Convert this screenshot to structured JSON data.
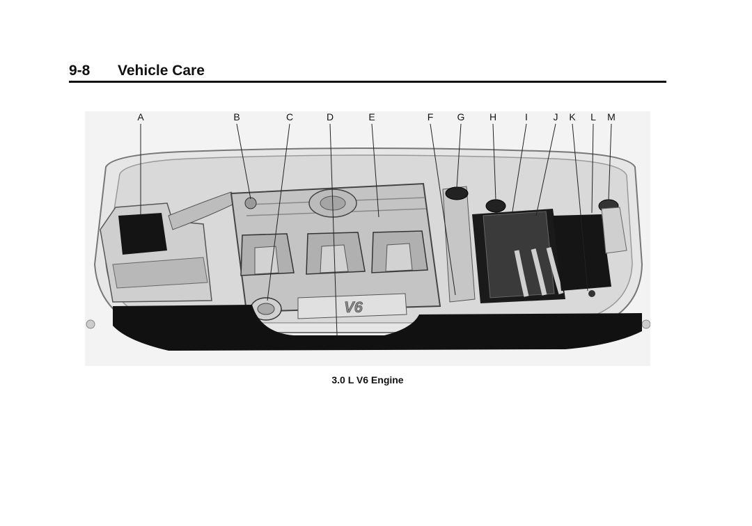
{
  "header": {
    "page_number": "9-8",
    "section_title": "Vehicle Care"
  },
  "figure": {
    "callouts": [
      "A",
      "B",
      "C",
      "D",
      "E",
      "F",
      "G",
      "H",
      "I",
      "J",
      "K",
      "L",
      "M"
    ],
    "engine_badge": "V6",
    "caption": "3.0 L V6 Engine"
  }
}
